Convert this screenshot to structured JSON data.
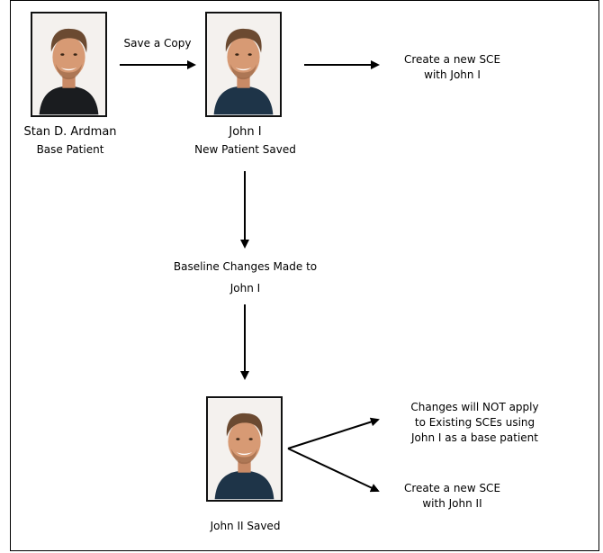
{
  "nodes": {
    "base": {
      "name": "Stan D. Ardman",
      "role": "Base Patient"
    },
    "john1": {
      "name": "John I",
      "role": "New Patient Saved"
    },
    "baseline": {
      "line1": "Baseline Changes Made to",
      "line2": "John I"
    },
    "john2": {
      "name": "John II Saved"
    }
  },
  "edges": {
    "save_copy": "Save a Copy"
  },
  "outcomes": {
    "new_sce_john1": {
      "line1": "Create a new SCE",
      "line2": "with John I"
    },
    "no_apply": {
      "line1": "Changes will NOT apply",
      "line2": "to Existing SCEs using",
      "line3": "John I as a base patient"
    },
    "new_sce_john2": {
      "line1": "Create a new SCE",
      "line2": "with John II"
    }
  }
}
